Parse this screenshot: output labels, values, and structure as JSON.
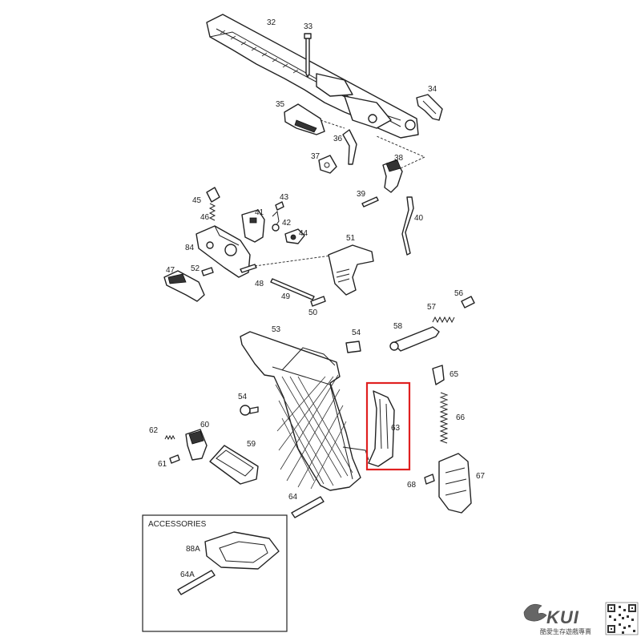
{
  "diagram": {
    "part_labels": {
      "p32": "32",
      "p33": "33",
      "p34": "34",
      "p35": "35",
      "p36": "36",
      "p37": "37",
      "p38": "38",
      "p39": "39",
      "p40": "40",
      "p41": "41",
      "p42": "42",
      "p43": "43",
      "p44": "44",
      "p45": "45",
      "p46": "46",
      "p47": "47",
      "p48": "48",
      "p49": "49",
      "p50": "50",
      "p51": "51",
      "p52": "52",
      "p53": "53",
      "p54a": "54",
      "p54b": "54",
      "p56": "56",
      "p57": "57",
      "p58": "58",
      "p59": "59",
      "p60": "60",
      "p61": "61",
      "p62": "62",
      "p63": "63",
      "p64": "64",
      "p65": "65",
      "p66": "66",
      "p67": "67",
      "p68": "68",
      "p84": "84"
    },
    "highlight": {
      "part": "63",
      "color": "#e02020"
    }
  },
  "accessories": {
    "title": "ACCESSORIES",
    "items": {
      "a88": "88A",
      "a64": "64A"
    }
  },
  "watermark": {
    "brand": "KUI",
    "slogan": "酷愛生存遊戲專賣"
  },
  "colors": {
    "line": "#222222",
    "background": "#ffffff",
    "highlight": "#e02020"
  }
}
